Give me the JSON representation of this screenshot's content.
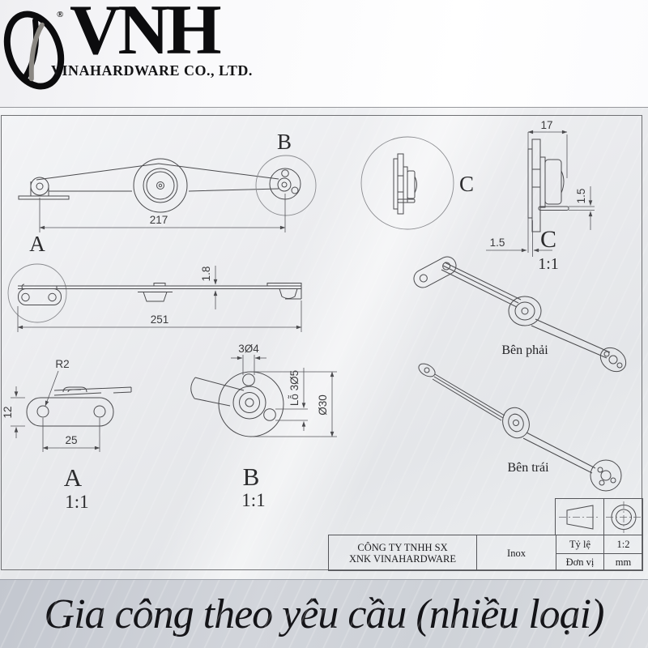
{
  "logo": {
    "brand": "VNH",
    "registered": "®",
    "company": "VINAHARDWARE CO., LTD."
  },
  "drawing": {
    "balloon_a": "A",
    "balloon_b": "B",
    "balloon_c": "C",
    "assembly_side": {
      "dim_length": "217"
    },
    "assembly_top": {
      "dim_length": "251",
      "dim_thickness": "1.8"
    },
    "detail_c": {
      "label": "C",
      "scale": "1:1",
      "dim_width": "17",
      "dim_pin": "1.5",
      "dim_plate": "1.5"
    },
    "detail_a": {
      "label": "A",
      "scale": "1:1",
      "dim_radius": "R2",
      "dim_height": "12",
      "dim_span": "25"
    },
    "detail_b": {
      "label": "B",
      "scale": "1:1",
      "dim_top_holes": "3Ø4",
      "dim_holes": "Lỗ 3Ø5",
      "dim_outer": "Ø30"
    },
    "iso_right_caption": "Bên phải",
    "iso_left_caption": "Bên trái"
  },
  "title_block": {
    "company_line1": "CÔNG TY TNHH SX",
    "company_line2": "XNK VINAHARDWARE",
    "material": "Inox",
    "scale_label": "Tỷ lệ",
    "scale_value": "1:2",
    "unit_label": "Đơn vị",
    "unit_value": "mm"
  },
  "caption": "Gia công theo yêu cầu (nhiều loại)",
  "colors": {
    "line": "#4b4b4e",
    "background": "#e9eaed",
    "caption_band": "#ccd0d7"
  }
}
